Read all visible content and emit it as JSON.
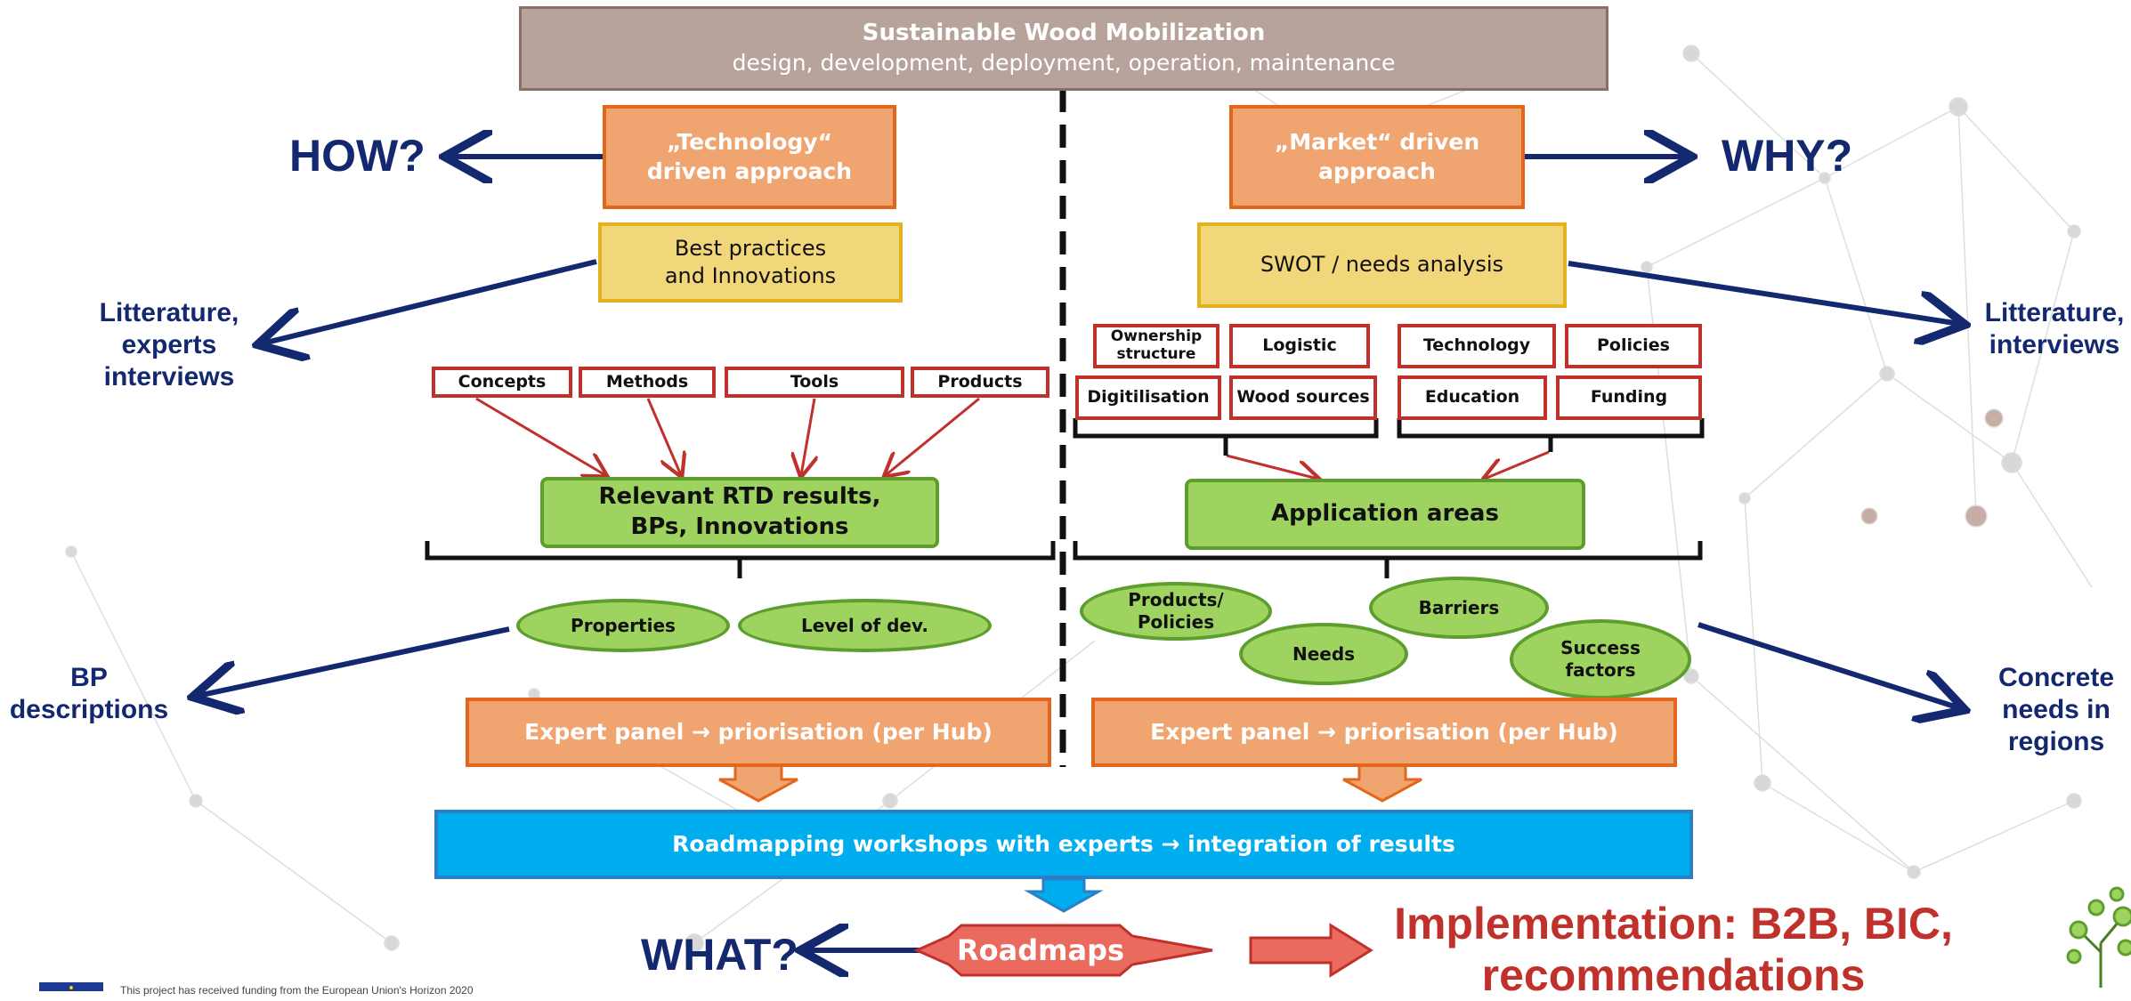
{
  "banner": {
    "title": "Sustainable Wood Mobilization",
    "subtitle": "design, development, deployment, operation, maintenance"
  },
  "questions": {
    "how": "HOW?",
    "why": "WHY?",
    "what": "WHAT?"
  },
  "left": {
    "approach": "„Technology“ driven approach",
    "best_practices": "Best practices and Innovations",
    "side_label": "Litterature, experts interviews",
    "categories": [
      "Concepts",
      "Methods",
      "Tools",
      "Products"
    ],
    "results": "Relevant RTD results, BPs, Innovations",
    "ellipses": [
      "Properties",
      "Level of dev."
    ],
    "bp_label": "BP descriptions",
    "expert_panel": "Expert panel → priorisation (per Hub)"
  },
  "right": {
    "approach": "„Market“ driven approach",
    "swot": "SWOT / needs analysis",
    "side_label": "Litterature, interviews",
    "factors": [
      "Ownership structure",
      "Logistic",
      "Technology",
      "Policies",
      "Digitilisation",
      "Wood sources",
      "Education",
      "Funding"
    ],
    "application": "Application areas",
    "ellipses": [
      "Products/ Policies",
      "Needs",
      "Barriers",
      "Success factors"
    ],
    "needs_label": "Concrete needs in regions",
    "expert_panel": "Expert panel → priorisation (per Hub)"
  },
  "workshops": "Roadmapping workshops with experts → integration of results",
  "roadmaps": "Roadmaps",
  "implementation": "Implementation: B2B, BIC, recommendations",
  "footer": "This project has received funding from the European Union's Horizon 2020",
  "colors": {
    "navy": "#13286f",
    "orange": "#f0a470",
    "yellow": "#f2d67a",
    "red": "#c0312b",
    "green": "#9ed35f",
    "blue": "#00adef",
    "banner": "#b7a39b"
  },
  "icons": [
    "eu-flag-icon",
    "tree-logo-icon"
  ]
}
